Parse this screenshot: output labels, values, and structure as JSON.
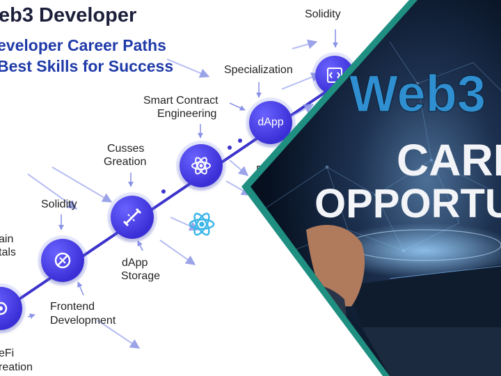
{
  "header": {
    "title": "eb3 Developer",
    "subtitle_line1": "eveloper Career Paths",
    "subtitle_line2": "Best Skills for Success"
  },
  "path": {
    "labels": {
      "solidity_top": "Solidity",
      "specialization": "Specialization",
      "smart_contract_line1": "Smart Contract",
      "smart_contract_line2": "Engineering",
      "cusses_line1": "Cusses",
      "cusses_line2": "Greation",
      "solidity_mid": "Solidity",
      "fundamentals_line1": "ain",
      "fundamentals_line2": "tals",
      "dapp_storage_line1": "dApp",
      "dapp_storage_line2": "Storage",
      "frontend_line1": "Frontend",
      "frontend_line2": "Development",
      "defi_line1": "eFi",
      "defi_line2": "reation",
      "partial_fr": "Fr"
    },
    "dapp_node_label": "dApp"
  },
  "photo": {
    "headline_web3": "Web3",
    "headline_career": "CARE",
    "headline_opportunities": "OPPORTU"
  },
  "colors": {
    "node": "#3a2fd6",
    "path_line": "#3c33cc",
    "title": "#1b1f3a",
    "subtitle": "#1f3aa8",
    "frame_teal": "#1f8f82",
    "photo_blue": "#2f8fd0"
  }
}
